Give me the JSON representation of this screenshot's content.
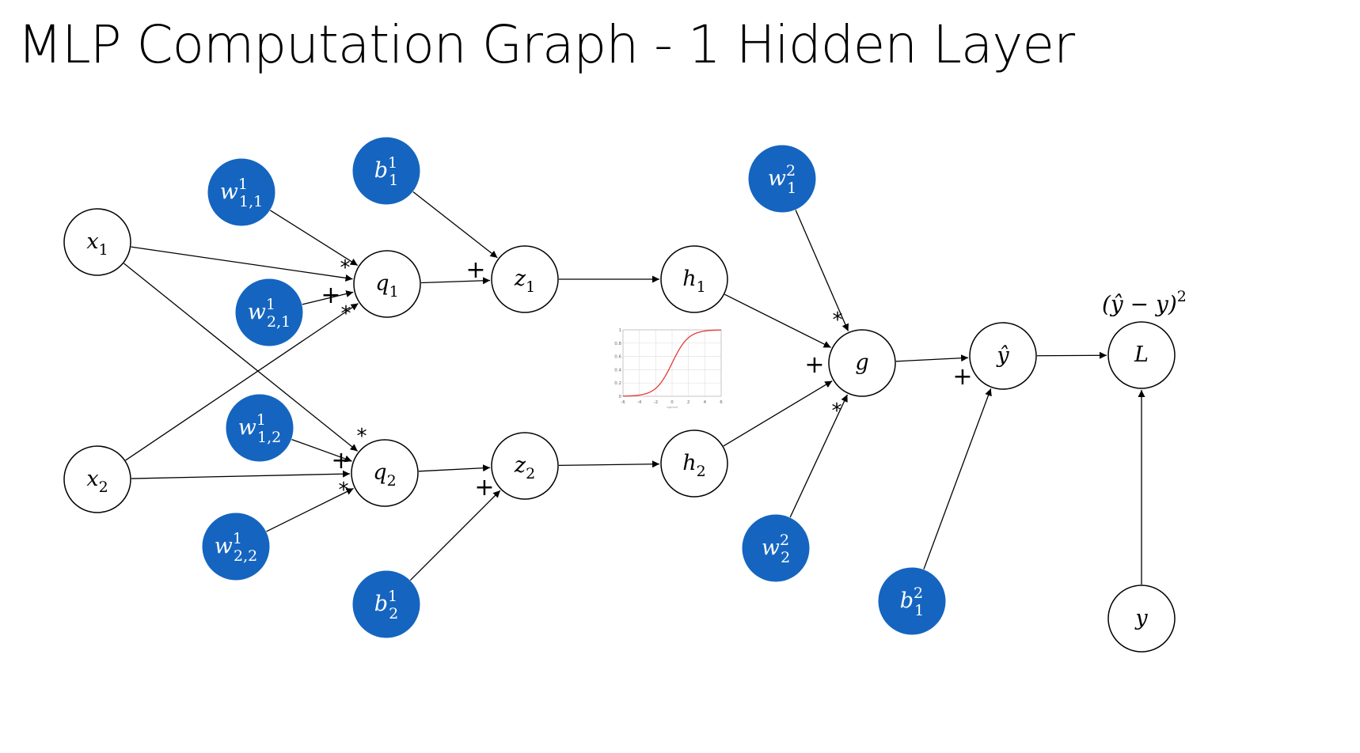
{
  "title": "MLP Computation Graph - 1 Hidden Layer",
  "colors": {
    "param_fill": "#1565c0",
    "param_text": "#ffffff",
    "node_fill": "#ffffff",
    "node_stroke": "#000000",
    "edge": "#000000",
    "sigmoid_curve": "#e53935"
  },
  "nodes": [
    {
      "id": "x1",
      "base": "x",
      "sub": "1",
      "kind": "variable"
    },
    {
      "id": "x2",
      "base": "x",
      "sub": "2",
      "kind": "variable"
    },
    {
      "id": "w111",
      "base": "w",
      "sub": "1,1",
      "sup": "1",
      "kind": "parameter"
    },
    {
      "id": "w121",
      "base": "w",
      "sub": "2,1",
      "sup": "1",
      "kind": "parameter"
    },
    {
      "id": "w112",
      "base": "w",
      "sub": "1,2",
      "sup": "1",
      "kind": "parameter"
    },
    {
      "id": "w122",
      "base": "w",
      "sub": "2,2",
      "sup": "1",
      "kind": "parameter"
    },
    {
      "id": "b11",
      "base": "b",
      "sub": "1",
      "sup": "1",
      "kind": "parameter"
    },
    {
      "id": "b21",
      "base": "b",
      "sub": "2",
      "sup": "1",
      "kind": "parameter"
    },
    {
      "id": "q1",
      "base": "q",
      "sub": "1",
      "kind": "variable"
    },
    {
      "id": "q2",
      "base": "q",
      "sub": "2",
      "kind": "variable"
    },
    {
      "id": "z1",
      "base": "z",
      "sub": "1",
      "kind": "variable"
    },
    {
      "id": "z2",
      "base": "z",
      "sub": "2",
      "kind": "variable"
    },
    {
      "id": "h1",
      "base": "h",
      "sub": "1",
      "kind": "variable"
    },
    {
      "id": "h2",
      "base": "h",
      "sub": "2",
      "kind": "variable"
    },
    {
      "id": "w12",
      "base": "w",
      "sub": "1",
      "sup": "2",
      "kind": "parameter"
    },
    {
      "id": "w22",
      "base": "w",
      "sub": "2",
      "sup": "2",
      "kind": "parameter"
    },
    {
      "id": "g",
      "base": "g",
      "kind": "variable"
    },
    {
      "id": "yhat",
      "base": "ŷ",
      "kind": "variable"
    },
    {
      "id": "b12",
      "base": "b",
      "sub": "1",
      "sup": "2",
      "kind": "parameter"
    },
    {
      "id": "L",
      "base": "L",
      "kind": "variable"
    },
    {
      "id": "y",
      "base": "y",
      "kind": "variable"
    }
  ],
  "edges": [
    {
      "from": "w111",
      "to": "q1"
    },
    {
      "from": "x1",
      "to": "q1"
    },
    {
      "from": "w121",
      "to": "q1"
    },
    {
      "from": "x2",
      "to": "q1"
    },
    {
      "from": "x1",
      "to": "q2"
    },
    {
      "from": "w112",
      "to": "q2"
    },
    {
      "from": "x2",
      "to": "q2"
    },
    {
      "from": "w122",
      "to": "q2"
    },
    {
      "from": "q1",
      "to": "z1"
    },
    {
      "from": "b11",
      "to": "z1"
    },
    {
      "from": "q2",
      "to": "z2"
    },
    {
      "from": "b21",
      "to": "z2"
    },
    {
      "from": "z1",
      "to": "h1"
    },
    {
      "from": "z2",
      "to": "h2"
    },
    {
      "from": "h1",
      "to": "g"
    },
    {
      "from": "w12",
      "to": "g"
    },
    {
      "from": "h2",
      "to": "g"
    },
    {
      "from": "w22",
      "to": "g"
    },
    {
      "from": "g",
      "to": "yhat"
    },
    {
      "from": "b12",
      "to": "yhat"
    },
    {
      "from": "yhat",
      "to": "L"
    },
    {
      "from": "y",
      "to": "L"
    }
  ],
  "operators": [
    {
      "id": "q1-times-top",
      "symbol": "*"
    },
    {
      "id": "q1-plus",
      "symbol": "+"
    },
    {
      "id": "q1-times-bottom",
      "symbol": "*"
    },
    {
      "id": "z1-plus",
      "symbol": "+"
    },
    {
      "id": "q2-times-top",
      "symbol": "*"
    },
    {
      "id": "q2-plus",
      "symbol": "+"
    },
    {
      "id": "q2-times-bottom",
      "symbol": "*"
    },
    {
      "id": "z2-plus",
      "symbol": "+"
    },
    {
      "id": "g-times-top",
      "symbol": "*"
    },
    {
      "id": "g-plus",
      "symbol": "+"
    },
    {
      "id": "g-times-bottom",
      "symbol": "*"
    },
    {
      "id": "yhat-plus",
      "symbol": "+"
    }
  ],
  "loss_formula": {
    "text": "(ŷ − y)",
    "exponent": "2"
  },
  "sigmoid_plot": {
    "caption": "sigmoid",
    "x_ticks": [
      "-6",
      "-4",
      "-2",
      "0",
      "2",
      "4",
      "6"
    ],
    "y_ticks": [
      "0",
      "0.2",
      "0.4",
      "0.6",
      "0.8",
      "1"
    ],
    "xlim": [
      -6,
      6
    ],
    "ylim": [
      0,
      1
    ]
  }
}
